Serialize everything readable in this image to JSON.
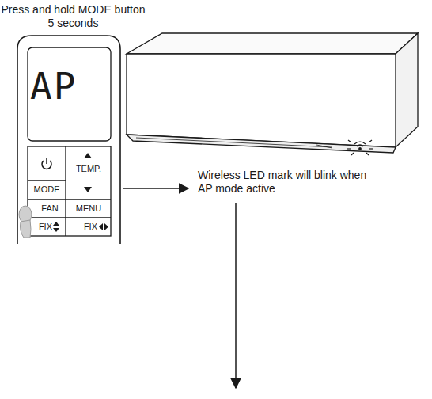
{
  "diagram": {
    "labels": [
      "Press and hold MODE button 5 seconds",
      "AP",
      "TEMP.",
      "MODE",
      "FAN",
      "MENU",
      "FIX",
      "FIX",
      "Wireless LED mark will blink when AP mode active"
    ]
  }
}
